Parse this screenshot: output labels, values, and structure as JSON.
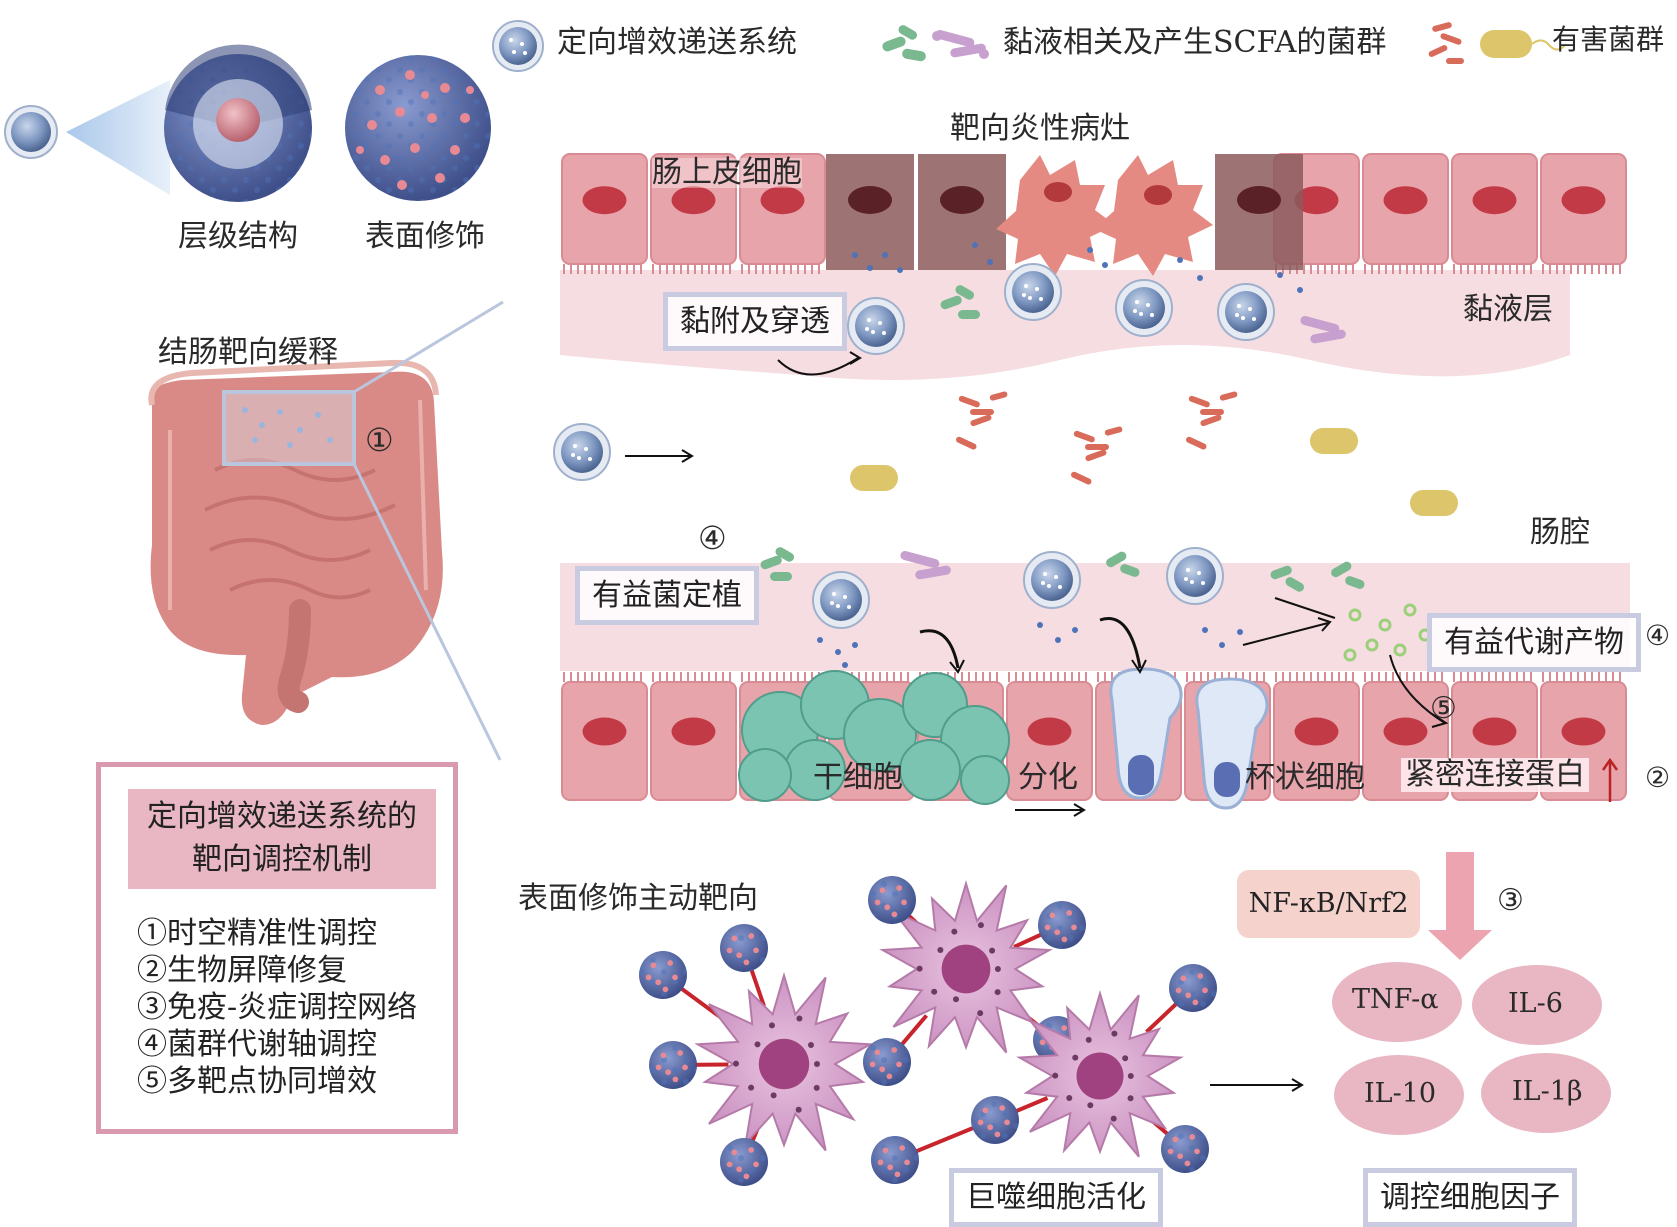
{
  "legend": {
    "delivery_system": "定向增效递送系统",
    "beneficial_bacteria": "黏液相关及产生SCFA的菌群",
    "harmful_bacteria": "有害菌群"
  },
  "nanoparticle": {
    "hierarchical_structure": "层级结构",
    "surface_modification": "表面修饰"
  },
  "colon": {
    "label": "结肠靶向缓释",
    "marker": "①"
  },
  "upper_epithelium": {
    "target_label": "靶向炎性病灶",
    "epithelial_cells": "肠上皮细胞",
    "adhesion": "黏附及穿透",
    "mucus_layer": "黏液层"
  },
  "lower_epithelium": {
    "lumen": "肠腔",
    "marker_probiotic": "④",
    "probiotic_colonization": "有益菌定植",
    "beneficial_metabolites": "有益代谢产物",
    "marker_metabolites": "④",
    "marker_tight": "⑤",
    "stem_cells": "干细胞",
    "differentiation": "分化",
    "goblet_cells": "杯状细胞",
    "tight_junction": "紧密连接蛋白",
    "marker_barrier": "②"
  },
  "mechanism_box": {
    "title_line1": "定向增效递送系统的",
    "title_line2": "靶向调控机制",
    "items": [
      "①时空精准性调控",
      "②生物屏障修复",
      "③免疫-炎症调控网络",
      "④菌群代谢轴调控",
      "⑤多靶点协同增效"
    ]
  },
  "immune": {
    "active_targeting": "表面修饰主动靶向",
    "macrophage_activation": "巨噬细胞活化",
    "pathway": "NF-κB/Nrf2",
    "marker_pathway": "③",
    "cytokines": [
      "TNF-α",
      "IL-6",
      "IL-10",
      "IL-1β"
    ],
    "cytokine_regulation": "调控细胞因子"
  },
  "colors": {
    "epithelium": "#e8a4ab",
    "nucleus": "#c23a45",
    "mucus": "#f6dde1",
    "particle": "#6f89b3",
    "beneficial_green": "#7ab890",
    "beneficial_purple": "#c7a0cf",
    "harmful_red": "#d96b5a",
    "harmful_yellow": "#dcc56a",
    "macrophage": "#d9a6cf",
    "stem_cell": "#7cc4b2",
    "box_border": "#c9cce0"
  }
}
